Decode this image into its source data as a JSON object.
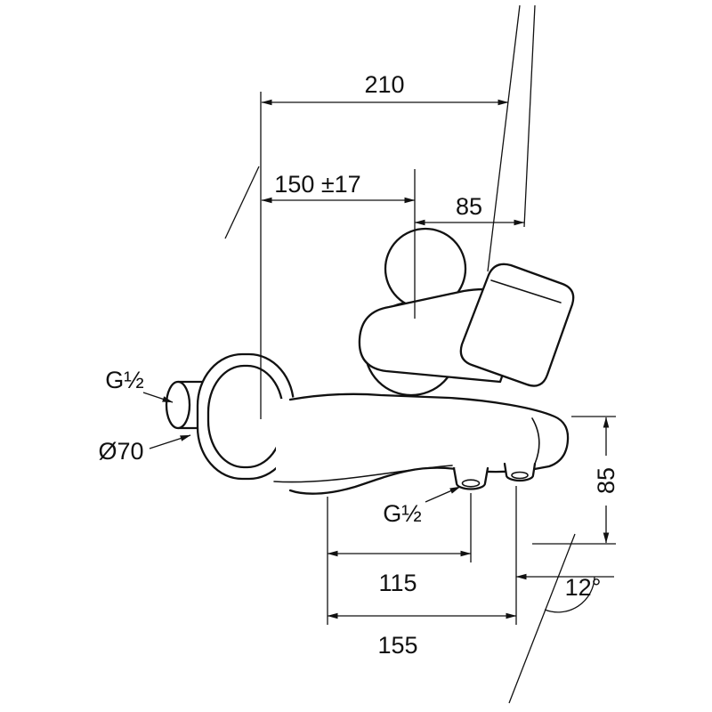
{
  "page": {
    "background": "#ffffff",
    "line_color": "#111111"
  },
  "labels": {
    "dim_overall_depth": "210",
    "dim_wall_to_center": "150 ±17",
    "dim_handle_length": "85",
    "inlet_thread": "G½",
    "escutcheon_diameter": "Ø70",
    "dim_outlet_drop": "85",
    "outlet_thread": "G½",
    "dim_outlet_offset": "115",
    "dim_spout_reach": "155",
    "spout_angle": "12°"
  }
}
